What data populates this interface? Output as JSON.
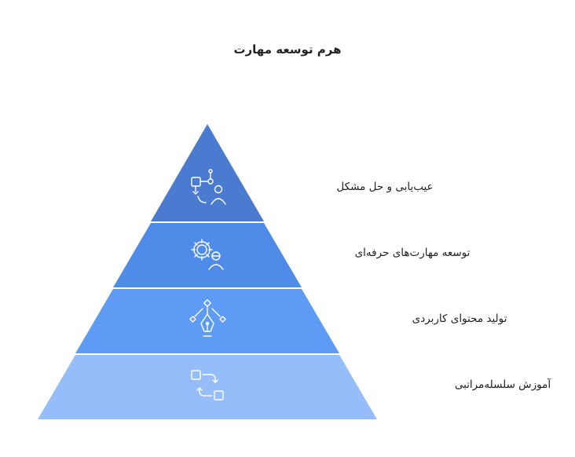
{
  "diagram": {
    "title": "هرم توسعه مهارت",
    "levels": [
      {
        "label": "عیب‌یابی و حل مشکل",
        "color": "#4a7bd0",
        "icon": "workflow-person-icon"
      },
      {
        "label": "توسعه مهارت‌های حرفه‌ای",
        "color": "#4f8be8",
        "icon": "gear-person-icon"
      },
      {
        "label": "تولید محتوای کاربردی",
        "color": "#5e9bf5",
        "icon": "pen-nib-icon"
      },
      {
        "label": "آموزش سلسله‌مراتبی",
        "color": "#95bdfa",
        "icon": "swap-boxes-icon"
      }
    ]
  }
}
